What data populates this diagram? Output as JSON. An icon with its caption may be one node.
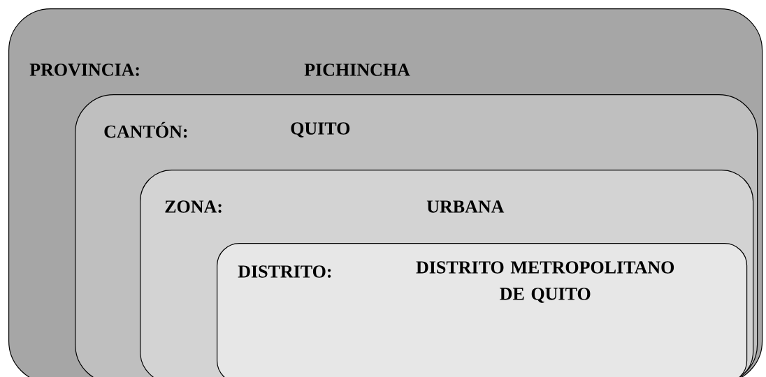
{
  "diagram": {
    "nodes": [
      {
        "text": [
          "PROVINCIA:",
          "PICHINCHA"
        ]
      },
      {
        "text": [
          "CANTÓN:",
          "QUITO"
        ],
        "in": 0
      },
      {
        "text": [
          "ZONA:",
          "URBANA"
        ],
        "in": 1
      },
      {
        "text": [
          "DISTRITO:",
          "DISTRITO METROPOLITANO DE QUITO"
        ],
        "in": 2
      }
    ]
  }
}
